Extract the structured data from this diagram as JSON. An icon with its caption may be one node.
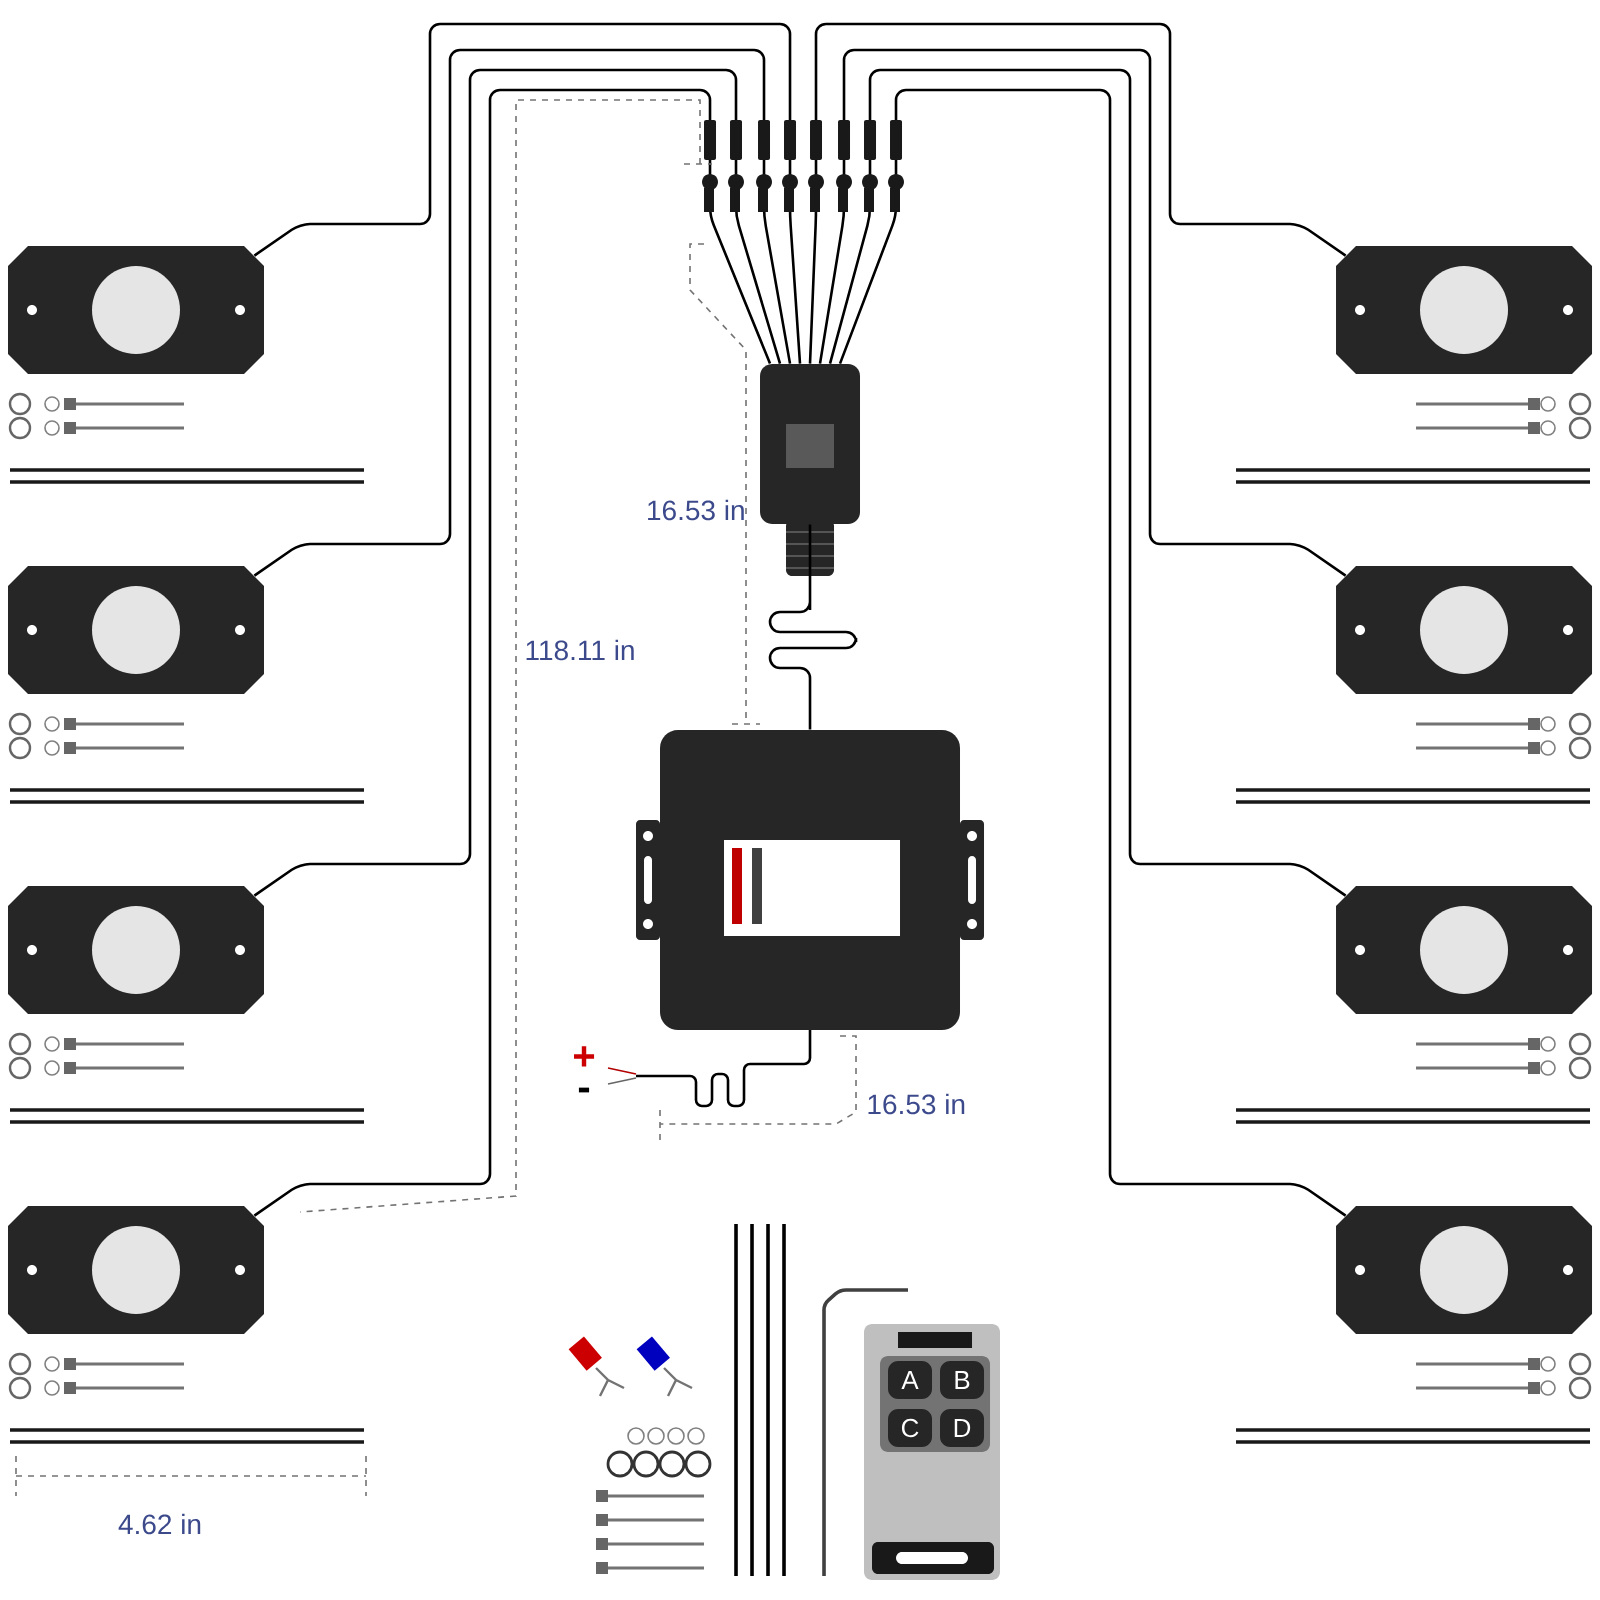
{
  "diagram": {
    "nodes": [
      {
        "text": [],
        "shape": "picture"
      },
      {
        "text": [],
        "shape": "picture"
      },
      {
        "text": [],
        "shape": "picture"
      },
      {
        "text": [],
        "shape": "picture"
      },
      {
        "text": [],
        "shape": "picture"
      },
      {
        "text": [],
        "shape": "picture"
      },
      {
        "text": [],
        "shape": "picture"
      },
      {
        "text": [],
        "shape": "picture"
      },
      {
        "text": [],
        "shape": "picture"
      },
      {
        "text": [],
        "shape": "picture"
      }
    ],
    "edges": [
      {
        "from": 0,
        "to": 8,
        "arrow": "none"
      },
      {
        "from": 1,
        "to": 8,
        "arrow": "none"
      },
      {
        "from": 2,
        "to": 8,
        "arrow": "none"
      },
      {
        "from": 3,
        "to": 8,
        "arrow": "none"
      },
      {
        "from": 4,
        "to": 8,
        "arrow": "none"
      },
      {
        "from": 5,
        "to": 8,
        "arrow": "none"
      },
      {
        "from": 6,
        "to": 8,
        "arrow": "none"
      },
      {
        "from": 7,
        "to": 8,
        "arrow": "none"
      },
      {
        "from": 8,
        "to": 9,
        "arrow": "none"
      }
    ],
    "labels": [
      "16.53 in",
      "118.11 in",
      "+",
      "-",
      "16.53 in",
      "A",
      "B",
      "C",
      "D",
      "4.62 in"
    ]
  }
}
